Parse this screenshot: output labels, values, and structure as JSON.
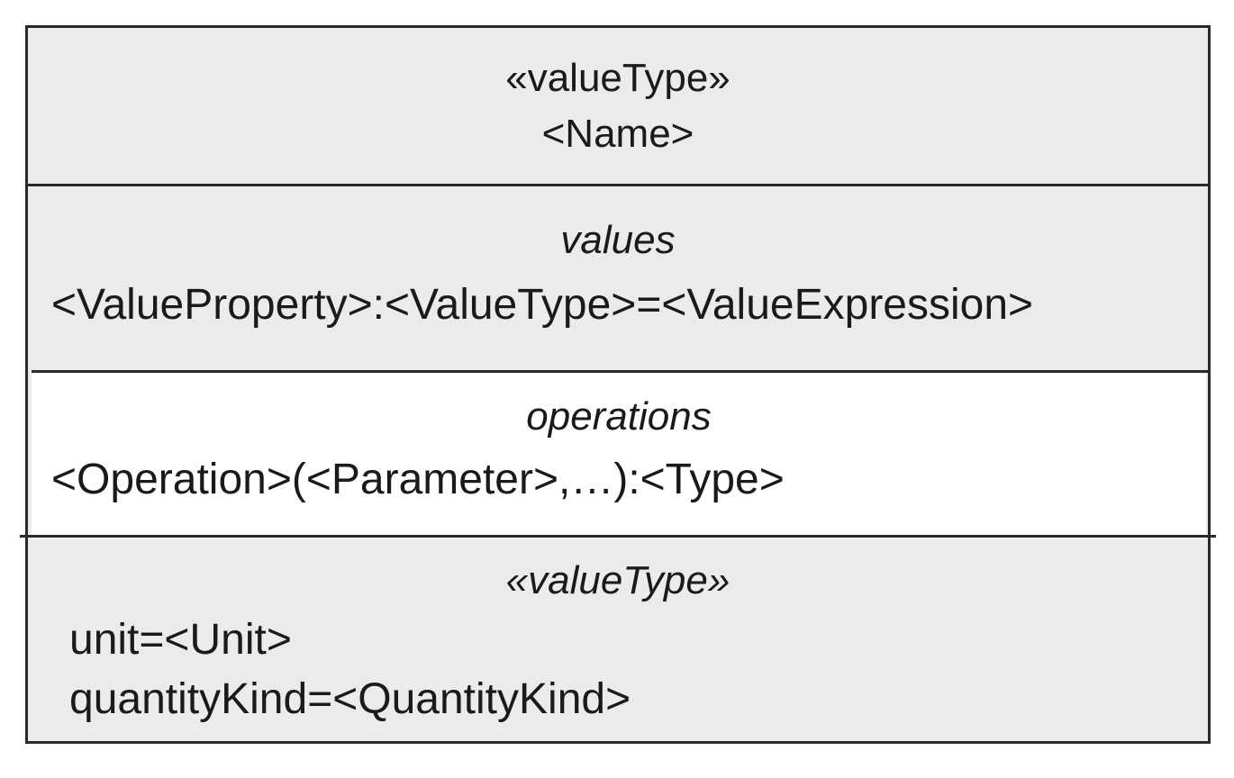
{
  "block": {
    "stereotype": "«valueType»",
    "name": "<Name>"
  },
  "values": {
    "heading": "values",
    "entry": "<ValueProperty>:<ValueType>=<ValueExpression>"
  },
  "operations": {
    "heading": "operations",
    "entry": "<Operation>(<Parameter>,…):<Type>"
  },
  "value_type_properties": {
    "heading": "«valueType»",
    "unit": "unit=<Unit>",
    "quantity_kind": "quantityKind=<QuantityKind>"
  },
  "colors": {
    "compartment_fill": "#ebebed",
    "operations_fill": "#ffffff",
    "line": "#2a2a2a"
  }
}
